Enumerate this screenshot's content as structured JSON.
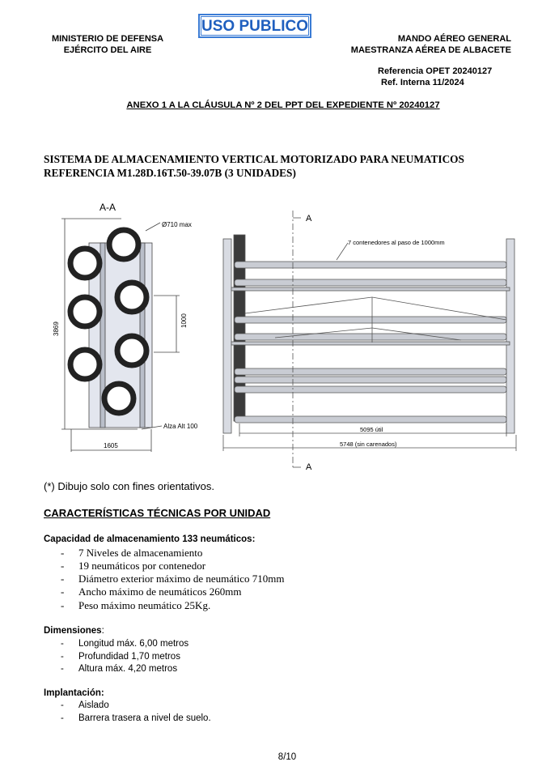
{
  "header": {
    "classification": "USO PUBLICO",
    "left_line1": "MINISTERIO DE DEFENSA",
    "left_line2": "EJÉRCITO DEL AIRE",
    "right_line1": "MANDO AÉREO GENERAL",
    "right_line2": "MAESTRANZA AÉREA DE ALBACETE",
    "reference": "Referencia OPET 20240127",
    "internal_reference": "Ref. Interna 11/2024"
  },
  "annex_title": "ANEXO 1 A LA CLÁUSULA Nº 2 DEL PPT DEL EXPEDIENTE Nº 20240127",
  "system_title_line1": "SISTEMA DE ALMACENAMIENTO VERTICAL MOTORIZADO PARA NEUMATICOS",
  "system_title_line2": "REFERENCIA M1.28D.16T.50-39.07B (3 UNIDADES)",
  "drawing": {
    "section_label": "A-A",
    "diameter_label": "Ø710 max",
    "height_label": "3869",
    "pitch_label": "1000",
    "width_label": "1605",
    "base_label": "Alza Alt 100",
    "cut_marker_top": "A",
    "cut_marker_bottom": "A",
    "containers_label": "7 contenedores al paso de 1000mm",
    "useful_length_label": "5095 útil",
    "total_length_label": "5748 (sin carenados)"
  },
  "drawing_note": "(*) Dibujo solo con fines orientativos.",
  "section_heading": "CARACTERÍSTICAS TÉCNICAS POR UNIDAD",
  "capacity": {
    "heading": "Capacidad de almacenamiento 133 neumáticos:",
    "items": [
      "7 Niveles de almacenamiento",
      "19 neumáticos por contenedor",
      "Diámetro exterior máximo de neumático 710mm",
      "Ancho máximo de neumáticos 260mm",
      "Peso máximo neumático 25Kg."
    ]
  },
  "dimensions": {
    "heading": "Dimensiones",
    "heading_suffix": ":",
    "items": [
      "Longitud máx. 6,00 metros",
      "Profundidad 1,70 metros",
      "Altura máx. 4,20 metros"
    ]
  },
  "installation": {
    "heading": "Implantación:",
    "items": [
      "Aislado",
      "Barrera trasera a nivel de suelo."
    ]
  },
  "bullet": "-",
  "page_number": "8/10"
}
